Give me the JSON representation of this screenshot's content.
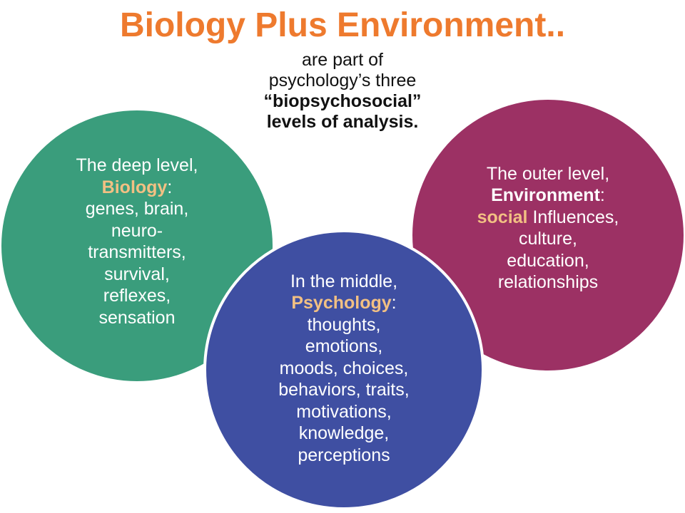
{
  "title": "Biology Plus Environment..",
  "subtitle": {
    "line1": "are part of",
    "line2": "psychology’s three",
    "line3": "“biopsychosocial”",
    "line4": "levels of analysis."
  },
  "biology": {
    "intro": "The deep level,",
    "keyword": "Biology",
    "colon": ":",
    "lines": [
      "genes, brain,",
      "neuro-",
      "transmitters,",
      "survival,",
      "reflexes,",
      "sensation"
    ]
  },
  "psychology": {
    "intro": "In the middle,",
    "keyword": "Psychology",
    "colon": ":",
    "lines": [
      "thoughts,",
      "emotions,",
      "moods, choices,",
      "behaviors, traits,",
      "motivations,",
      "knowledge,",
      "perceptions"
    ]
  },
  "environment": {
    "intro": "The outer level,",
    "keyword": "Environment",
    "colon": ":",
    "highlight": "social",
    "rest": " Influences,",
    "lines": [
      "culture,",
      "education,",
      "relationships"
    ]
  },
  "colors": {
    "title": "#ee7a2e",
    "biology_circle": "#3a9d7c",
    "psychology_circle": "#3f4fa2",
    "environment_circle": "#9c3164",
    "highlight_text": "#f2c083"
  }
}
